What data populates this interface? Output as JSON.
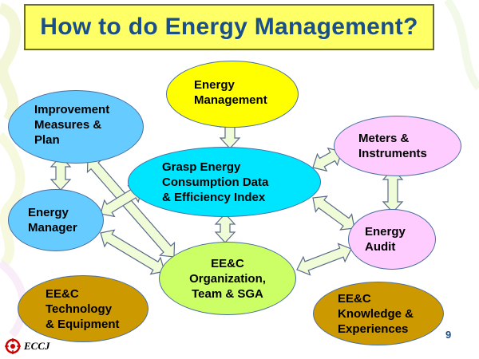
{
  "slide": {
    "title": "How to do Energy Management?",
    "page_number": "9",
    "logo_text": "ECCJ"
  },
  "nodes": {
    "energy_management": "Energy\nManagement",
    "improvement_measures": "Improvement\nMeasures &\nPlan",
    "grasp_energy": "Grasp Energy\nConsumption Data\n& Efficiency Index",
    "meters_instruments": "Meters &\nInstruments",
    "energy_manager": "Energy\nManager",
    "energy_audit": "Energy\nAudit",
    "eec_organization": "EE&C\nOrganization,\nTeam & SGA",
    "eec_technology": "EE&C\nTechnology\n& Equipment",
    "eec_knowledge": "EE&C\nKnowledge &\nExperiences"
  },
  "colors": {
    "title_bg": "#ffff66",
    "title_text": "#1a4f8a",
    "yellow_node": "#ffff00",
    "blue_node": "#66ccff",
    "cyan_node": "#00e5ff",
    "pink_node": "#ffccff",
    "green_node": "#ccff66",
    "brown_node": "#cc9900",
    "arrow_fill": "#f0fcd8"
  }
}
